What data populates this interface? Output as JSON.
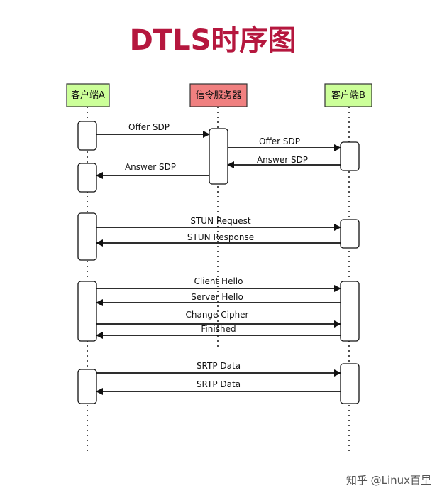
{
  "title": "DTLS时序图",
  "actors": {
    "client_a": {
      "label": "客户端A",
      "fill": "#ccff99"
    },
    "signal_server": {
      "label": "信令服务器",
      "fill": "#f08080"
    },
    "client_b": {
      "label": "客户端B",
      "fill": "#ccff99"
    }
  },
  "messages": {
    "offer_a_to_server": "Offer SDP",
    "offer_server_to_b": "Offer SDP",
    "answer_b_to_server": "Answer SDP",
    "answer_server_to_a": "Answer SDP",
    "stun_request": "STUN Request",
    "stun_response": "STUN Response",
    "client_hello": "Client Hello",
    "server_hello": "Server Hello",
    "change_cipher": "Change Cipher",
    "finished": "Finished",
    "srtp_data_a_to_b": "SRTP Data",
    "srtp_data_b_to_a": "SRTP Data"
  },
  "watermark": "知乎 @Linux百里",
  "colors": {
    "title": "#b5173e",
    "line": "#111111"
  }
}
